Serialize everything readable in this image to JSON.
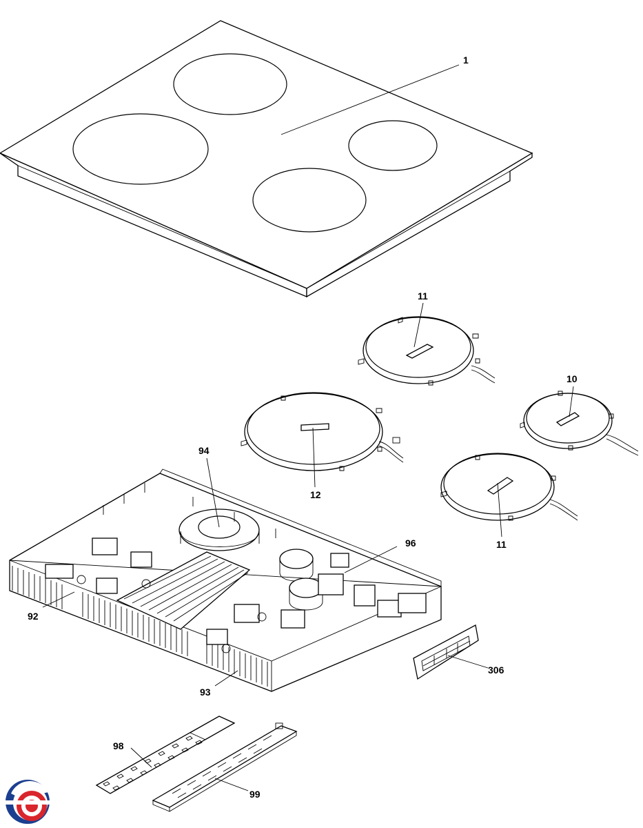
{
  "labels": {
    "glass_top": "1",
    "coil_rear_left": "11",
    "coil_rear_small": "10",
    "coil_front_left": "12",
    "coil_front_right": "11",
    "cooling_fan": "94",
    "power_board": "96",
    "housing": "92",
    "heatsink": "93",
    "connector_plug": "306",
    "control_board": "98",
    "control_bracket": "99"
  },
  "colors": {
    "line": "#000000",
    "background": "#ffffff",
    "logo_red": "#d9262c",
    "logo_blue": "#1b3f8f"
  },
  "icons": {
    "brand": "brand-logo-icon"
  }
}
